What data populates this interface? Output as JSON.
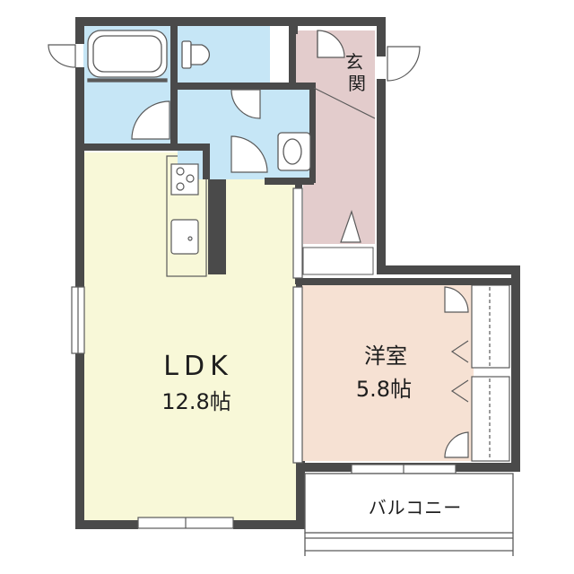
{
  "rooms": {
    "ldk": {
      "name": "LDK",
      "size": "12.8帖"
    },
    "western": {
      "name": "洋室",
      "size": "5.8帖"
    },
    "entrance": {
      "name": "玄関"
    },
    "balcony": {
      "name": "バルコニー"
    }
  },
  "colors": {
    "wall": "#4a4a4a",
    "ldk_floor": "#f8f8d8",
    "wet_area": "#c6e6f6",
    "entrance_floor": "#e3cccc",
    "western_floor": "#f6e1d3",
    "outline": "#5a5a5a"
  }
}
